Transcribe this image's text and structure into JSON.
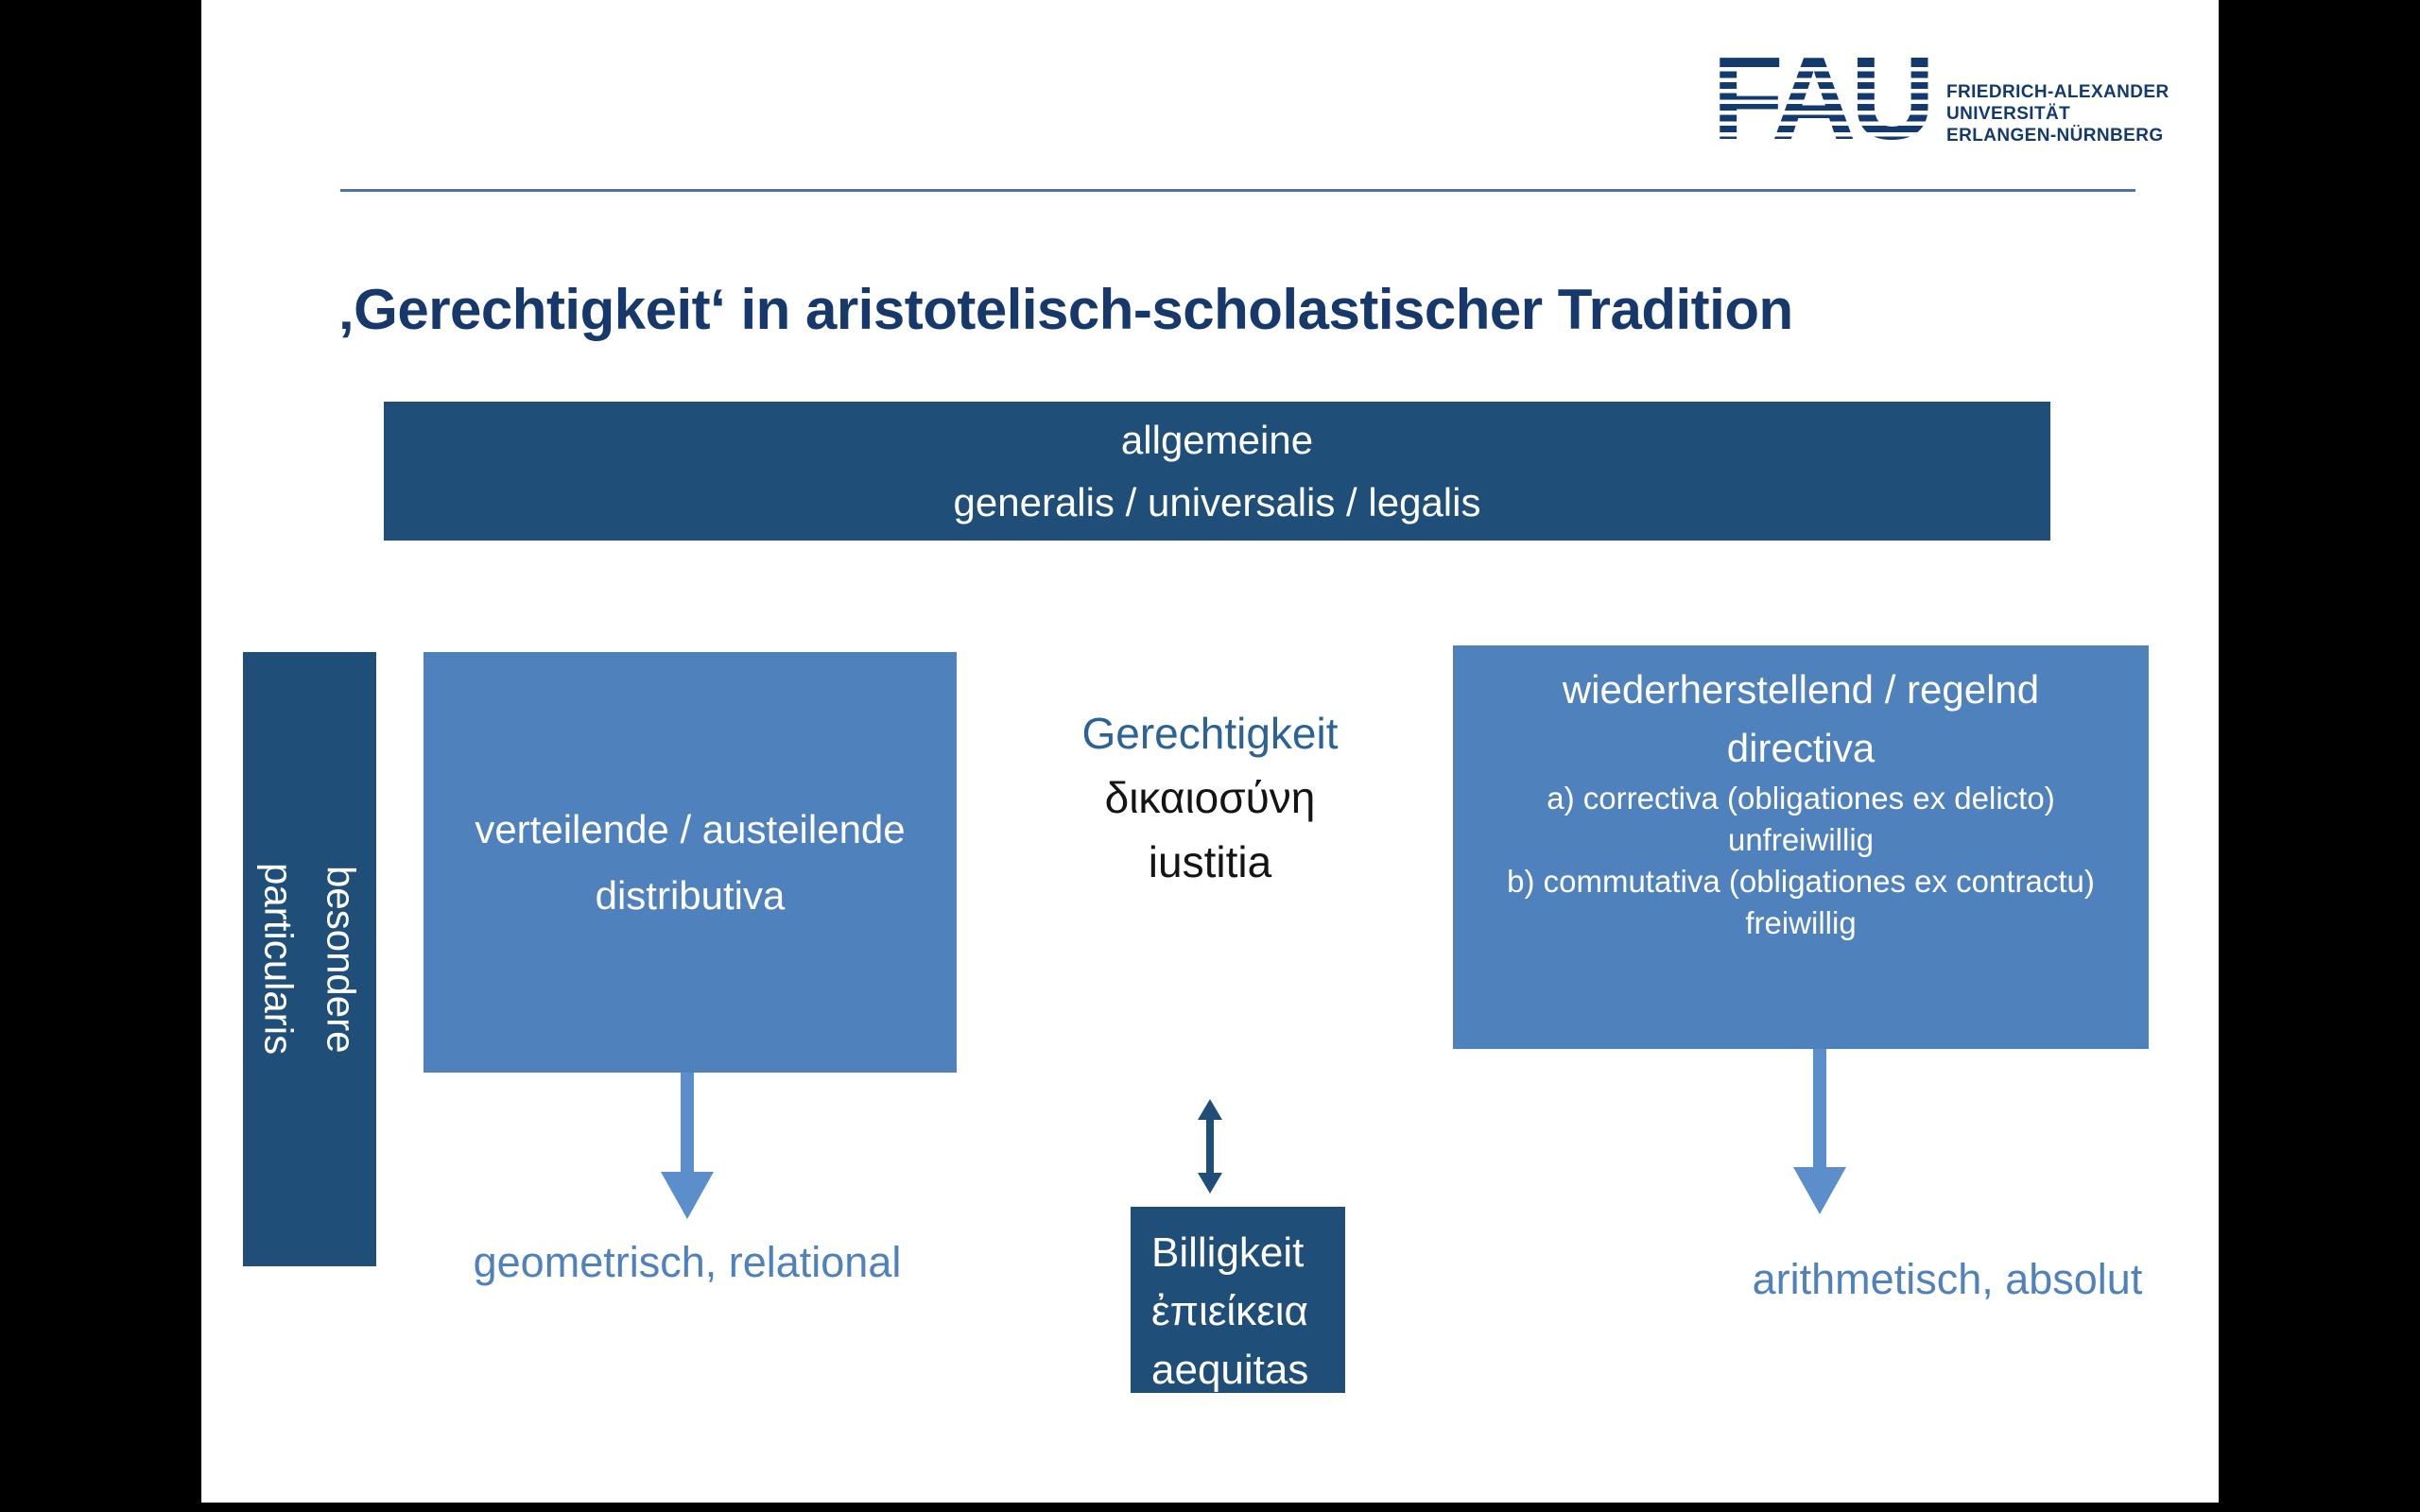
{
  "slide": {
    "title": "‚Gerechtigkeit‘ in aristotelisch-scholastischer Tradition"
  },
  "logo": {
    "letters": "FAU",
    "name_lines": [
      "FRIEDRICH-ALEXANDER",
      "UNIVERSITÄT",
      "ERLANGEN-NÜRNBERG"
    ]
  },
  "diagram": {
    "general_box": {
      "line1": "allgemeine",
      "line2": "generalis / universalis / legalis"
    },
    "particular_bar": {
      "line1": "besondere",
      "line2": "particularis"
    },
    "distributive_box": {
      "line1": "verteilende / austeilende",
      "line2": "distributiva"
    },
    "center_terms": {
      "german": "Gerechtigkeit",
      "greek": "δικαιοσύνη",
      "latin": "iustitia"
    },
    "corrective_box": {
      "line1": "wiederherstellend / regelnd",
      "line2": "directiva",
      "item_a": "a) correctiva (obligationes ex delicto)",
      "item_a_sub": "unfreiwillig",
      "item_b": "b) commutativa (obligationes ex contractu)",
      "item_b_sub": "freiwillig"
    },
    "equity_box": {
      "german": "Billigkeit",
      "greek": "ἐπιείκεια",
      "latin": "aequitas"
    },
    "left_caption": "geometrisch, relational",
    "right_caption": "arithmetisch, absolut"
  },
  "colors": {
    "dark_blue": "#1F4E79",
    "medium_blue": "#4F81BD",
    "arrow_blue": "#5B8ECB",
    "double_arrow_blue": "#1F4E79",
    "navy_text": "#17386B",
    "term_blue": "#2B6298",
    "rule_blue": "#4D74A4",
    "background": "#000000"
  }
}
